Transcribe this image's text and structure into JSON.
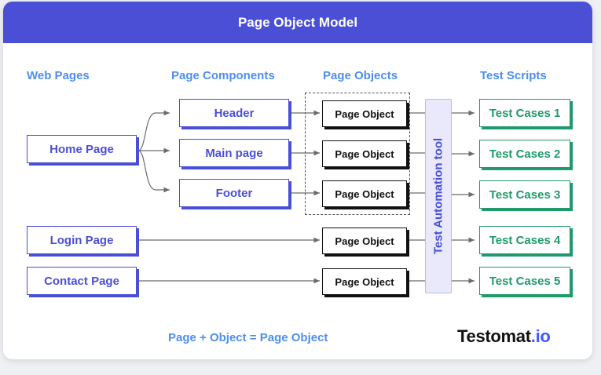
{
  "header": {
    "title": "Page Object Model"
  },
  "columns": {
    "web_pages": "Web Pages",
    "page_components": "Page Components",
    "page_objects": "Page Objects",
    "test_scripts": "Test Scripts"
  },
  "web_pages": [
    "Home Page",
    "Login Page",
    "Contact Page"
  ],
  "components": [
    "Header",
    "Main page",
    "Footer"
  ],
  "page_objects": [
    "Page Object",
    "Page Object",
    "Page Object",
    "Page Object",
    "Page Object"
  ],
  "tool": {
    "label": "Test Automation tool"
  },
  "test_cases": [
    "Test Cases 1",
    "Test Cases 2",
    "Test Cases 3",
    "Test Cases 4",
    "Test Cases 5"
  ],
  "footer": {
    "equation": "Page + Object = Page Object",
    "logo_main": "Testomat",
    "logo_suffix": ".io"
  },
  "colors": {
    "header_bg": "#4a4fd6",
    "column_heading": "#4d8ef0",
    "page_text": "#4a4fd6",
    "test_case_text": "#1f9a6a",
    "connector": "#6b6b6b"
  }
}
